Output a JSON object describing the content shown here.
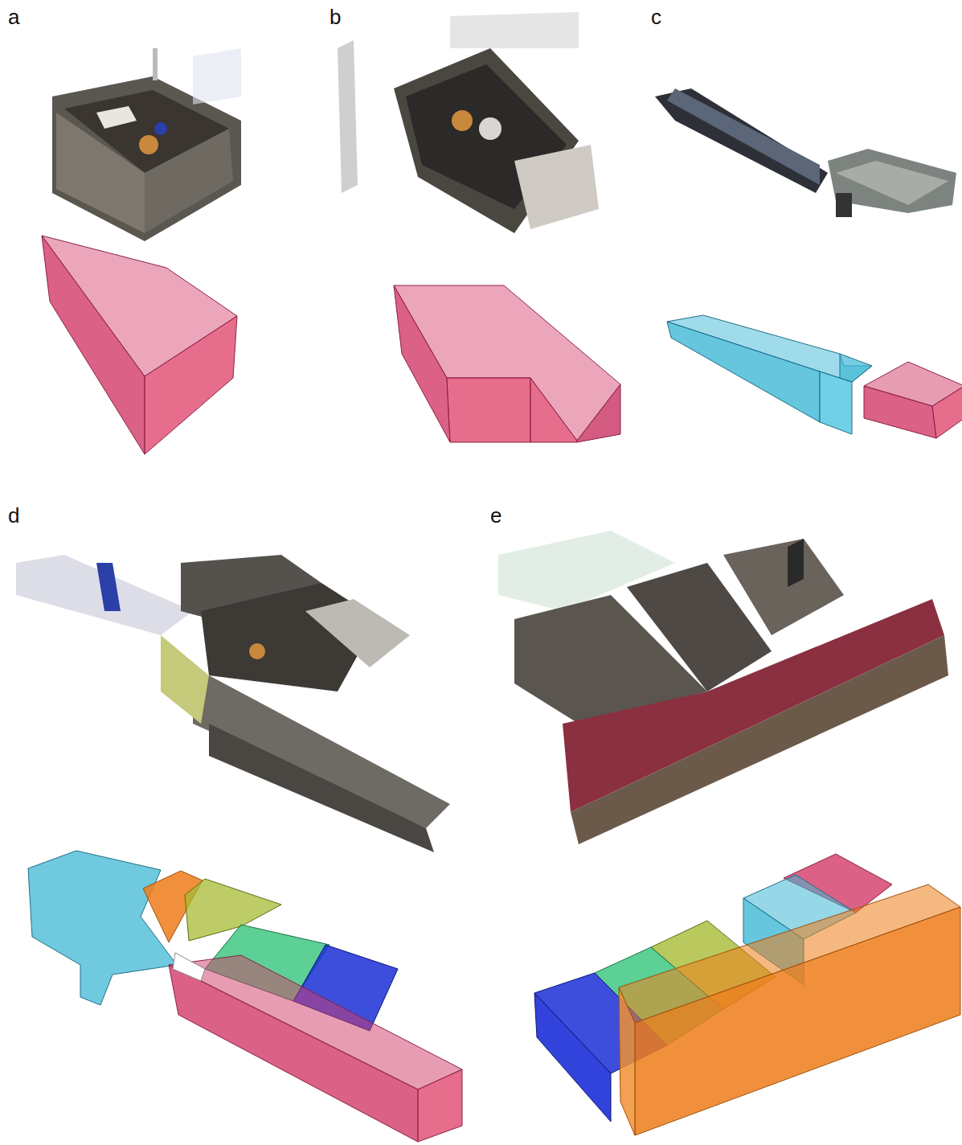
{
  "diagram": {
    "labels": [
      "a",
      "b",
      "c",
      "d",
      "e"
    ]
  }
}
